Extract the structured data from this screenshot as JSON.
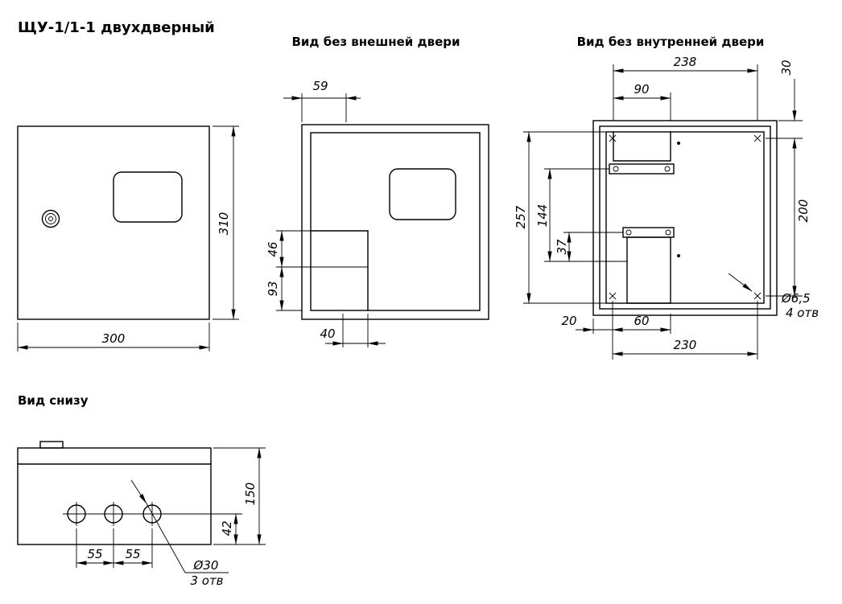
{
  "colors": {
    "line": "#000000",
    "background": "#ffffff"
  },
  "title": "ЩУ-1/1-1 двухдверный",
  "views": {
    "front": {
      "dim_width": "300",
      "dim_height": "310"
    },
    "no_outer_door": {
      "title": "Вид без внешней двери",
      "dim_top": "59",
      "dim_left_upper": "46",
      "dim_left_lower": "93",
      "dim_bottom": "40"
    },
    "no_inner_door": {
      "title": "Вид без внутренней двери",
      "dim_top_width": "238",
      "dim_panel_width": "90",
      "dim_top_offset": "30",
      "dim_height": "257",
      "dim_inner_height": "144",
      "dim_rail_offset": "37",
      "dim_vertical_spacing": "200",
      "dim_bottom_left": "20",
      "dim_bottom_mid": "60",
      "dim_bottom_spacing": "230",
      "note_diameter": "Ø6,5",
      "note_count": "4 отв"
    },
    "bottom": {
      "title": "Вид снизу",
      "dim_height": "150",
      "dim_hole_offset": "42",
      "dim_spacing_left": "55",
      "dim_spacing_right": "55",
      "note_diameter": "Ø30",
      "note_count": "3 отв"
    }
  }
}
